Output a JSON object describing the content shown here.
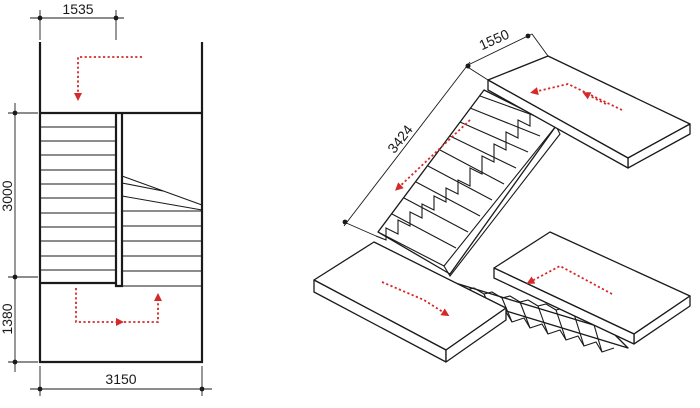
{
  "plan": {
    "dim_top": "1535",
    "dim_left_upper": "3000",
    "dim_left_lower": "1380",
    "dim_bottom": "3150"
  },
  "isometric": {
    "dim_landing": "1550",
    "dim_flight": "3424"
  },
  "colors": {
    "line": "#1a1a1a",
    "arrow": "#d42a2a"
  }
}
